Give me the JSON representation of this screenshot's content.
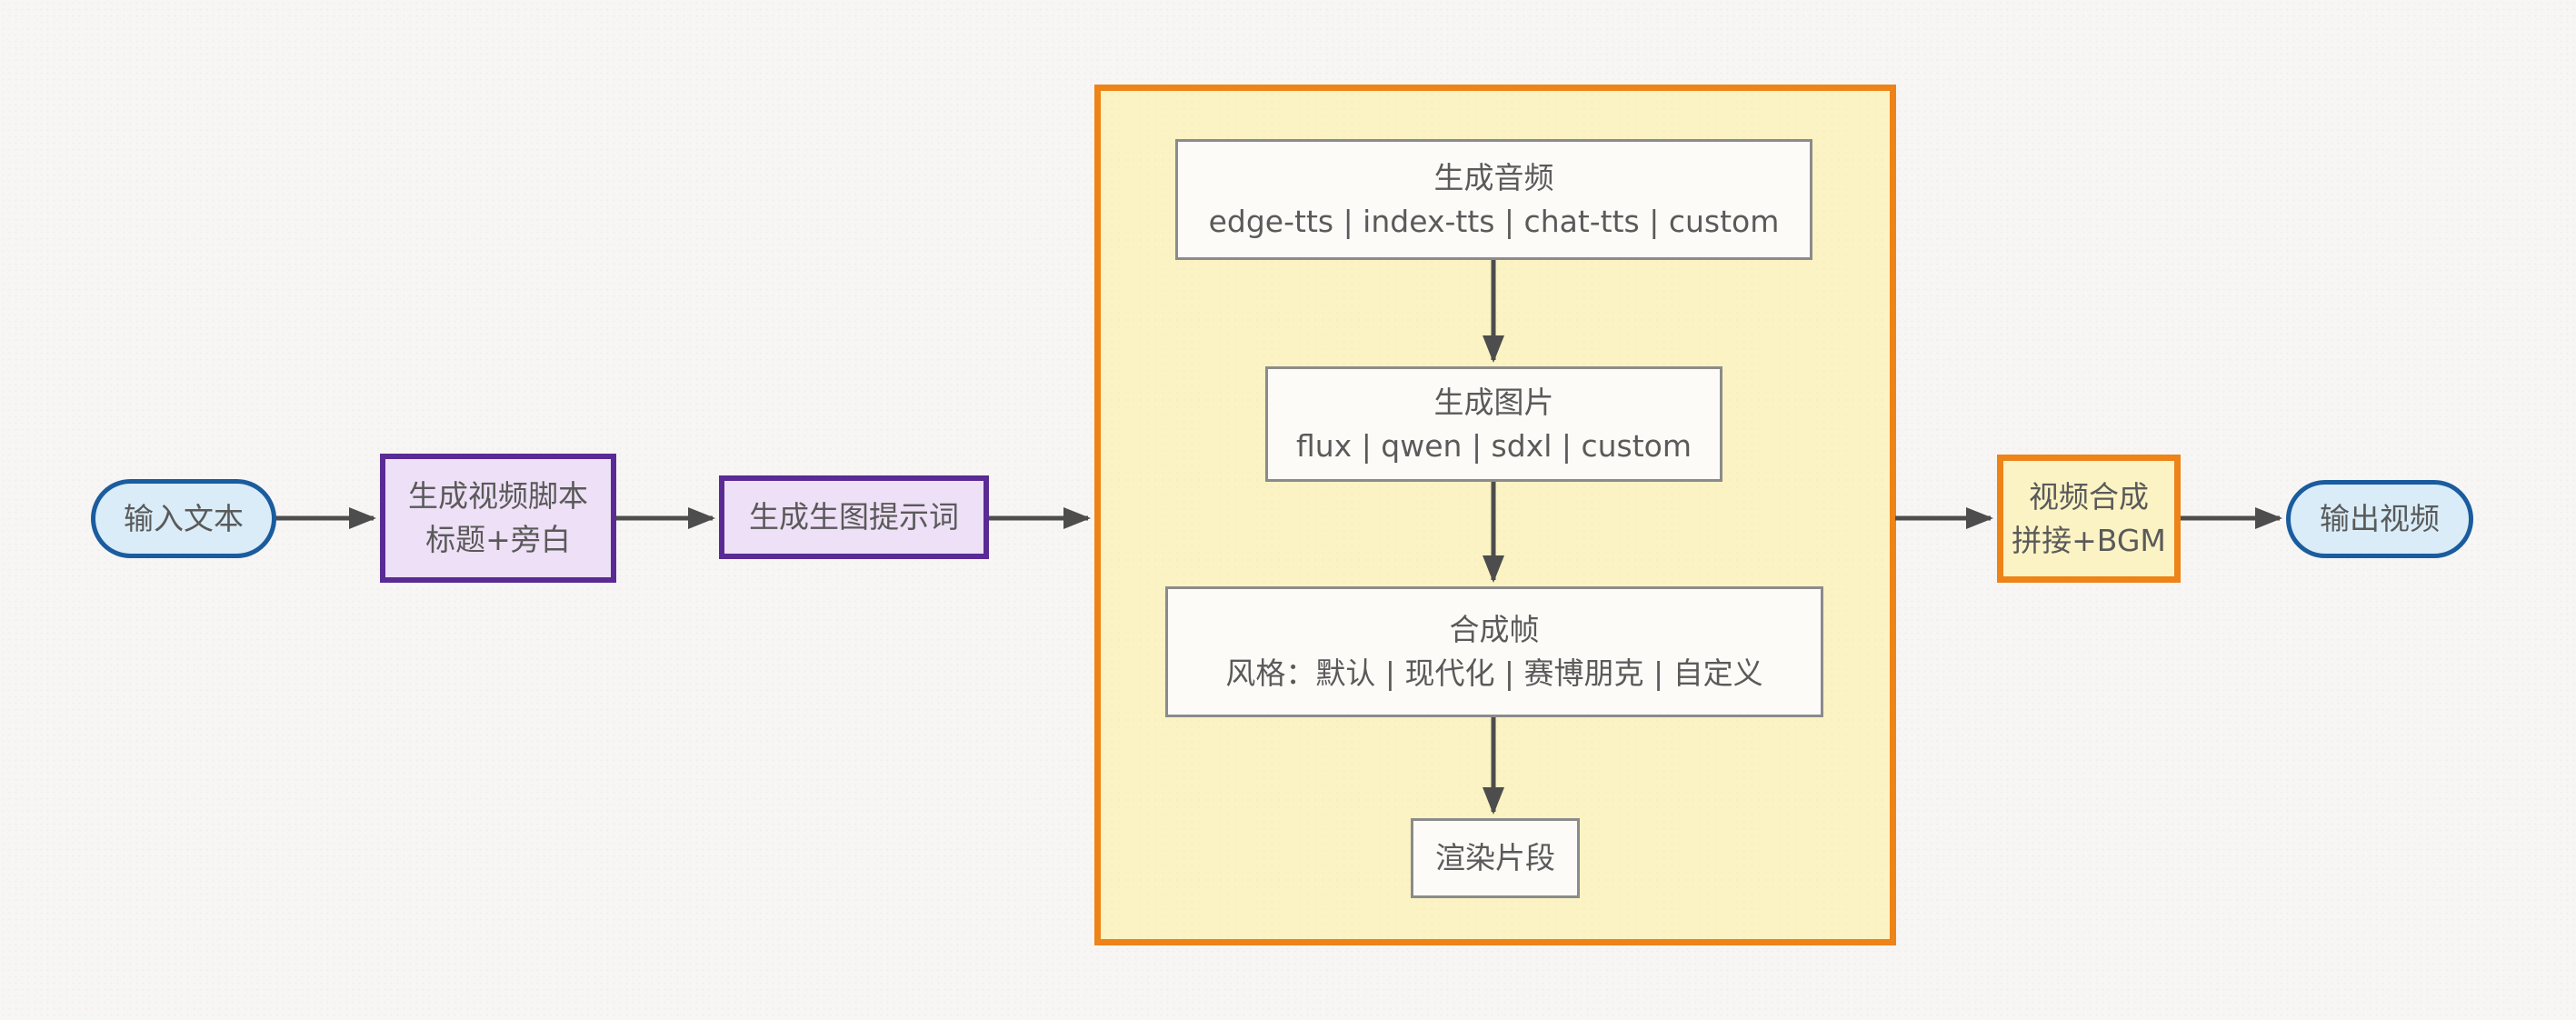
{
  "diagram": {
    "type": "flowchart",
    "direction": "left-to-right",
    "nodes": {
      "input": {
        "label": "输入文本"
      },
      "script": {
        "line1": "生成视频脚本",
        "line2": "标题+旁白"
      },
      "prompt": {
        "label": "生成生图提示词"
      },
      "audio": {
        "line1": "生成音频",
        "line2": "edge-tts | index-tts | chat-tts | custom"
      },
      "image": {
        "line1": "生成图片",
        "line2": "flux | qwen | sdxl | custom"
      },
      "frame": {
        "line1": "合成帧",
        "line2": "风格：默认 | 现代化 | 赛博朋克 | 自定义"
      },
      "render": {
        "label": "渲染片段"
      },
      "merge": {
        "line1": "视频合成",
        "line2": "拼接+BGM"
      },
      "output": {
        "label": "输出视频"
      }
    },
    "edges": [
      {
        "from": "input",
        "to": "script"
      },
      {
        "from": "script",
        "to": "prompt"
      },
      {
        "from": "prompt",
        "to": "scene-subgraph"
      },
      {
        "from": "audio",
        "to": "image"
      },
      {
        "from": "image",
        "to": "frame"
      },
      {
        "from": "frame",
        "to": "render"
      },
      {
        "from": "scene-subgraph",
        "to": "merge"
      },
      {
        "from": "merge",
        "to": "output"
      }
    ],
    "colors": {
      "background": "#f7f6f4",
      "arrow": "#4d4d4d",
      "text": "#5a5a5a",
      "terminal_border": "#1a5c9e",
      "terminal_fill": "#d9ecf8",
      "process_border": "#5a2b94",
      "process_fill": "#eee0f6",
      "subgraph_border": "#ee8317",
      "subgraph_fill": "#fbf3c4",
      "step_border": "#8b8b8b",
      "step_fill": "#fcfbf8"
    }
  }
}
